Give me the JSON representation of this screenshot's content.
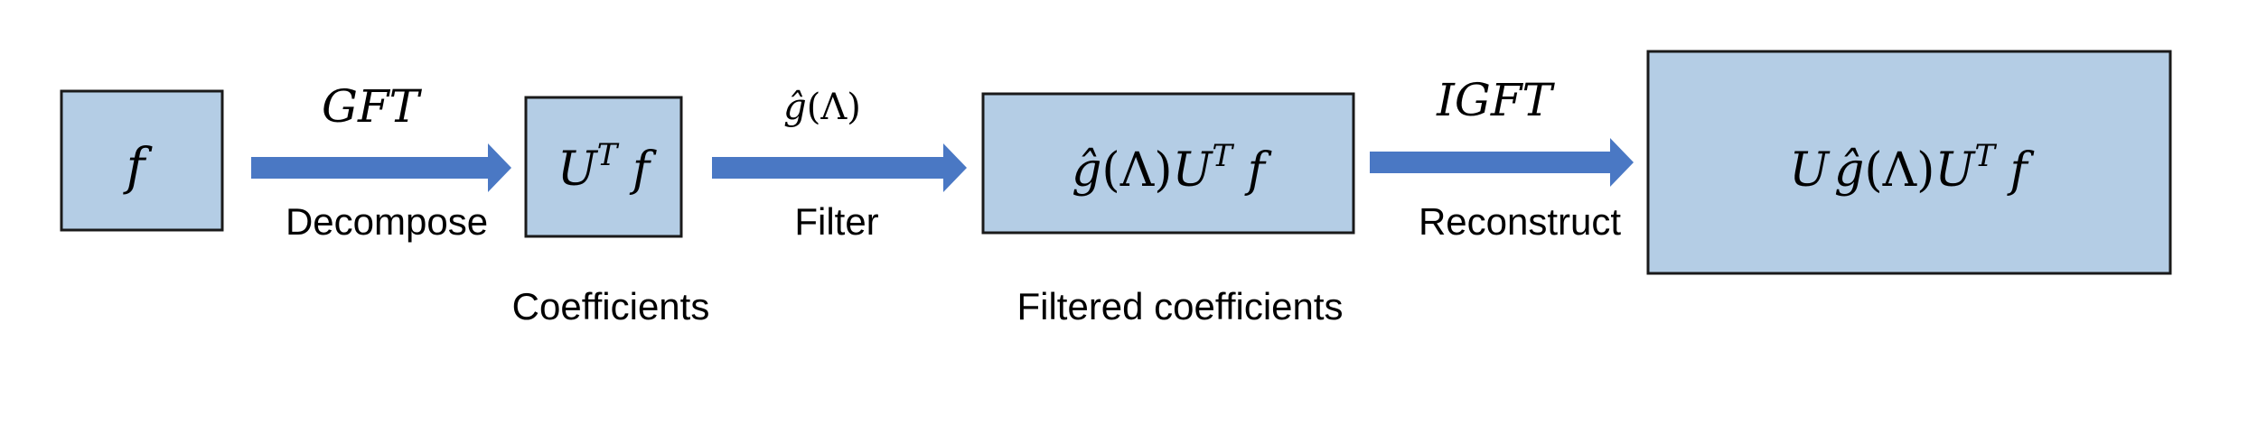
{
  "colors": {
    "box_fill": "#b4cde5",
    "box_stroke": "#1a1a1a",
    "arrow": "#4a78c4",
    "text": "#000000"
  },
  "boxes": {
    "input": {
      "text": "f"
    },
    "coefficients": {
      "text_main": "U",
      "text_sup": "T",
      "text_tail": " f",
      "caption": "Coefficients"
    },
    "filtered": {
      "text_ghat": "ĝ",
      "text_lambda": "(Λ)",
      "text_u": "U",
      "text_sup": "T",
      "text_tail": " f",
      "caption": "Filtered coefficients"
    },
    "output": {
      "text_u": "U",
      "text_ghat": "ĝ",
      "text_lambda": "(Λ)",
      "text_u2": "U",
      "text_sup": "T",
      "text_tail": " f"
    }
  },
  "arrows": {
    "gft": {
      "above": "GFT",
      "below": "Decompose"
    },
    "filter": {
      "above_ghat": "ĝ",
      "above_lambda": "(Λ)",
      "below": "Filter"
    },
    "igft": {
      "above": "IGFT",
      "below": "Reconstruct"
    }
  }
}
